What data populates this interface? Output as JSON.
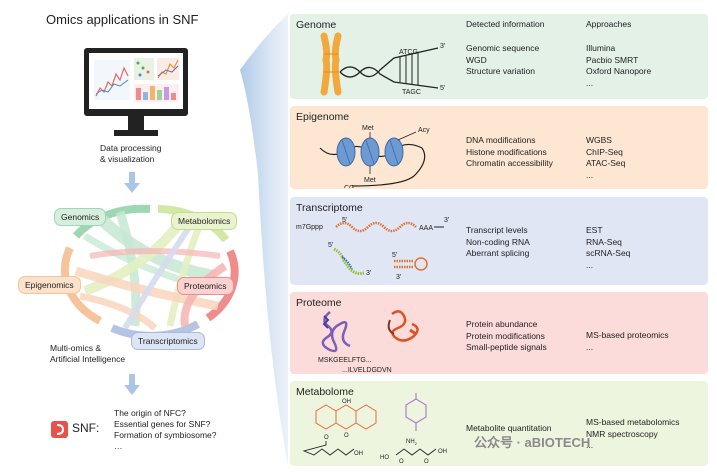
{
  "left": {
    "title": "Omics applications in SNF",
    "monitor_caption_1": "Data processing",
    "monitor_caption_2": "& visualization",
    "tags": {
      "genomics": "Genomics",
      "metabolomics": "Metabolomics",
      "epigenomics": "Epigenomics",
      "proteomics": "Proteomics",
      "transcriptomics": "Transcriptomics"
    },
    "multi_caption_1": "Multi-omics &",
    "multi_caption_2": "Artificial Intelligence",
    "snf_label": "SNF:",
    "questions": [
      "The origin of NFC?",
      "Essential genes for SNF?",
      "Formation of symbiosome?",
      "…"
    ]
  },
  "header": {
    "detected": "Detected information",
    "approaches": "Approaches"
  },
  "panels": [
    {
      "title": "Genome",
      "detected": [
        "Genomic sequence",
        "WGD",
        "Structure variation"
      ],
      "approaches": [
        "Illumina",
        "Pacbio SMRT",
        "Oxford Nanopore",
        "..."
      ],
      "figure_labels": {
        "top_strand": "ATCG",
        "bottom_strand": "TAGC",
        "end_top": "3'",
        "end_bottom": "5'"
      }
    },
    {
      "title": "Epigenome",
      "detected": [
        "DNA modifications",
        "Histone modifications",
        "Chromatin accessibility"
      ],
      "approaches": [
        "WGBS",
        "ChIP-Seq",
        "ATAC-Seq",
        "..."
      ],
      "figure_labels": {
        "met_top": "Met",
        "met_bottom": "Met",
        "acy": "Acy",
        "cg": "CG"
      }
    },
    {
      "title": "Transcriptome",
      "detected": [
        "Transcript levels",
        "Non-coding RNA",
        "Aberrant splicing"
      ],
      "approaches": [
        "EST",
        "RNA-Seq",
        "scRNA-Seq",
        "..."
      ],
      "figure_labels": {
        "cap": "m7Gppp",
        "five_a": "5'",
        "three_a": "3'",
        "polya": "AAA",
        "five_b": "5'",
        "three_b": "3'",
        "five_c": "5'",
        "three_c": "3'"
      }
    },
    {
      "title": "Proteome",
      "detected": [
        "Protein abundance",
        "Protein modifications",
        "Small-peptide signals"
      ],
      "approaches": [
        "MS-based proteomics",
        "..."
      ],
      "figure_labels": {
        "seq1": "MSKGEELFTG...",
        "seq2": "...ILVELDGDVN"
      }
    },
    {
      "title": "Metabolome",
      "detected": [
        "Metabolite quantitation"
      ],
      "approaches": [
        "MS-based metabolomics",
        "NMR spectroscopy",
        "..."
      ],
      "figure_labels": {
        "oh1": "OH",
        "o1": "O",
        "o2": "O",
        "oh2": "OH",
        "ho": "HO",
        "nh2": "NH",
        "sub2": "2",
        "o3": "O",
        "o4": "O",
        "oh3": "OH"
      }
    }
  ],
  "watermark": "公众号 · aBIOTECH",
  "colors": {
    "genome": "#e3f1e7",
    "epigenome": "#fde7d2",
    "transcriptome": "#e0e6f3",
    "proteome": "#fbdcda",
    "metabolome": "#eef5df",
    "arrow": "#a9c6e6",
    "snf_logo": "#e8524a"
  }
}
